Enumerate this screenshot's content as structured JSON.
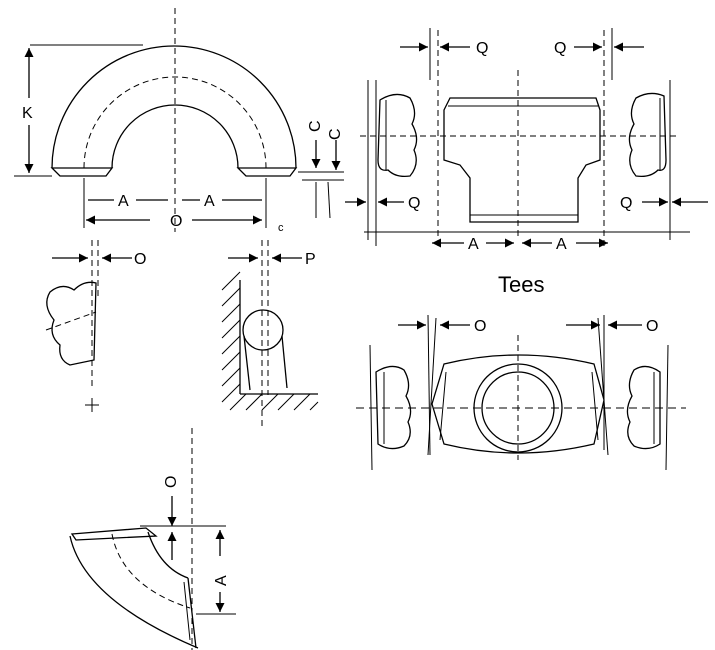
{
  "diagram": {
    "section_title": "Tees",
    "return_bend": {
      "label_height": "K",
      "label_center_left": "A",
      "label_center_right": "A",
      "label_overall": "O",
      "label_wall_top": "C",
      "label_wall_bottom": "C",
      "label_small": "c"
    },
    "end_alignment_detail": {
      "label": "O"
    },
    "end_angle_detail": {
      "label": "P"
    },
    "tee": {
      "label_top_left": "Q",
      "label_top_right": "Q",
      "label_side_left": "Q",
      "label_side_right": "Q",
      "label_center_left": "A",
      "label_center_right": "A"
    },
    "tee_top_view": {
      "label_left": "O",
      "label_right": "O"
    },
    "elbow": {
      "label_offset": "O",
      "label_center": "A"
    }
  }
}
